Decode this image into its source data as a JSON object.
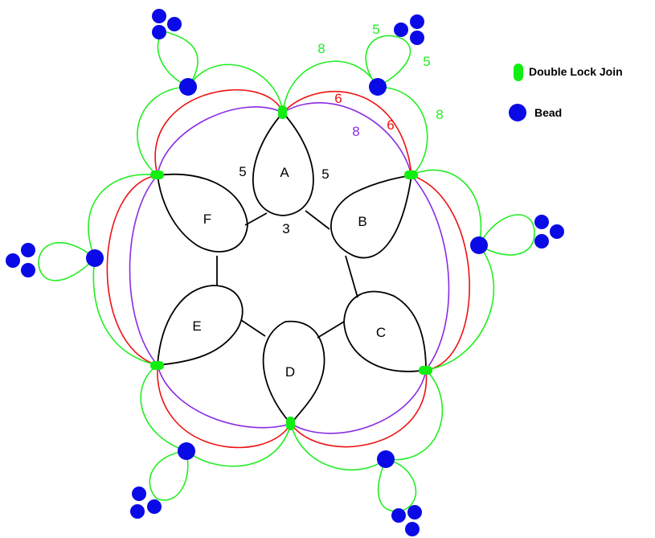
{
  "colors": {
    "green": "#22ee22",
    "red": "#ee1111",
    "purple": "#8a2be2",
    "ring": "#000000",
    "bead": "#0a0ae6",
    "join": "#11ee11"
  },
  "rings": [
    {
      "label": "A"
    },
    {
      "label": "B"
    },
    {
      "label": "C"
    },
    {
      "label": "D"
    },
    {
      "label": "E"
    },
    {
      "label": "F"
    }
  ],
  "stitch_counts": {
    "ring_side_left": "5",
    "ring_side_right": "5",
    "ring_join": "3",
    "green_chain": "8",
    "green_picot_left": "5",
    "green_picot_right": "5",
    "green_chain_right": "8",
    "red_chain_left": "6",
    "red_chain_right": "6",
    "purple_chain": "8"
  },
  "legend": {
    "join_label": "Double Lock Join",
    "bead_label": "Bead"
  }
}
